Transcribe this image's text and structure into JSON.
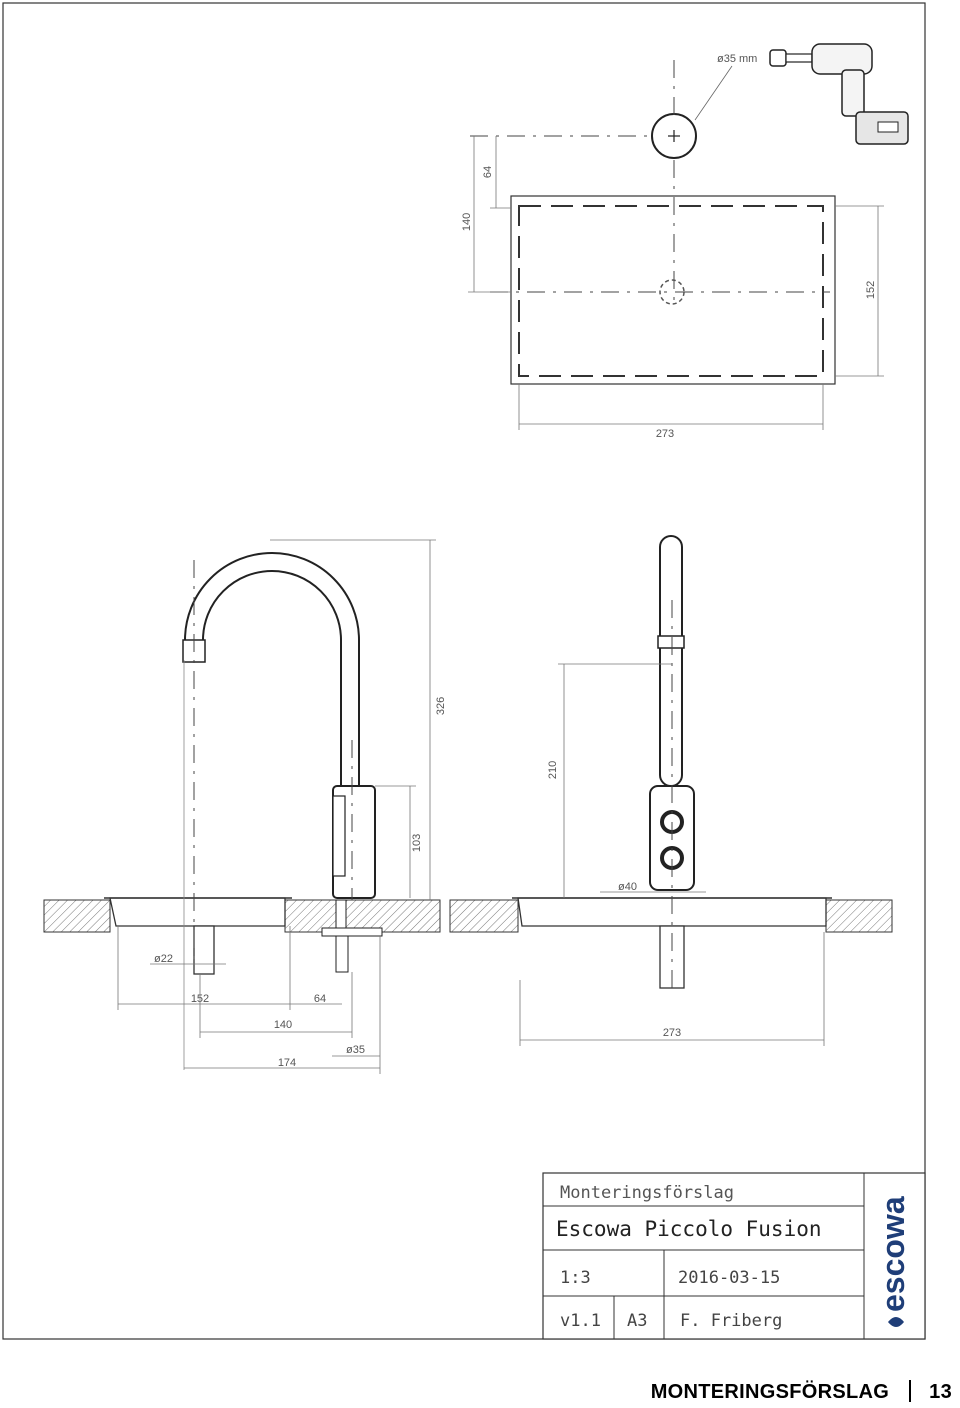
{
  "drill_annotation": {
    "hole_diameter": "ø35 mm"
  },
  "top_view": {
    "dim_140": "140",
    "dim_64": "64",
    "dim_152": "152",
    "dim_273": "273"
  },
  "side_view": {
    "dim_326": "326",
    "dim_103": "103",
    "dim_22": "ø22",
    "dim_152": "152",
    "dim_64": "64",
    "dim_140": "140",
    "dim_35": "ø35",
    "dim_174": "174"
  },
  "front_view": {
    "dim_210": "210",
    "dim_40": "ø40",
    "dim_273": "273"
  },
  "title_block": {
    "subtitle": "Monteringsförslag",
    "product": "Escowa Piccolo Fusion",
    "scale": "1:3",
    "date": "2016-03-15",
    "version": "v1.1",
    "paper_size": "A3",
    "author": "F. Friberg",
    "brand_logo": "escowa"
  },
  "footer": {
    "section": "MONTERINGSFÖRSLAG",
    "page_number": "13"
  }
}
